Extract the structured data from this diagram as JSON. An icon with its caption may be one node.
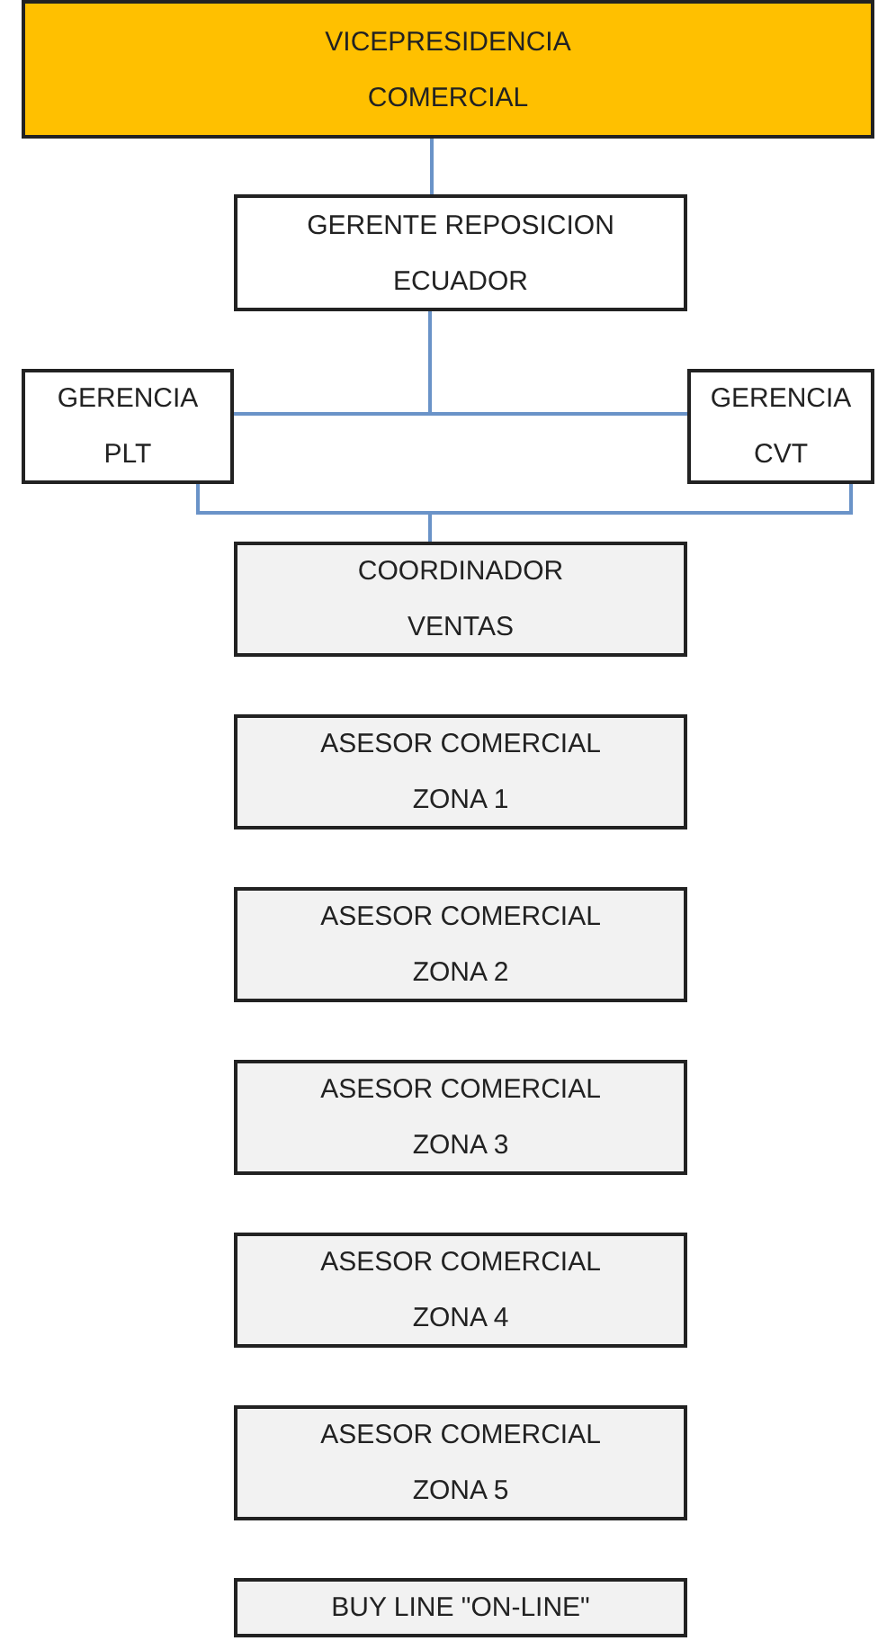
{
  "diagram": {
    "nodes": [
      {
        "text": [
          "VICEPRESIDENCIA COMERCIAL"
        ]
      },
      {
        "text": [
          "GERENTE REPOSICION ECUADOR"
        ]
      },
      {
        "text": [
          "GERENCIA PLT"
        ]
      },
      {
        "text": [
          "GERENCIA CVT"
        ]
      },
      {
        "text": [
          "COORDINADOR VENTAS"
        ]
      },
      {
        "text": [
          "ASESOR COMERCIAL ZONA 1"
        ]
      },
      {
        "text": [
          "ASESOR COMERCIAL ZONA 2"
        ]
      },
      {
        "text": [
          "ASESOR COMERCIAL ZONA 3"
        ]
      },
      {
        "text": [
          "ASESOR COMERCIAL ZONA 4"
        ]
      },
      {
        "text": [
          "ASESOR COMERCIAL ZONA 5"
        ]
      },
      {
        "text": [
          "BUY LINE \"ON-LINE\""
        ]
      }
    ],
    "edges": [
      {
        "from": 0,
        "to": 1,
        "arrow": "none"
      },
      {
        "from": 1,
        "to": 2,
        "arrow": "none"
      },
      {
        "from": 1,
        "to": 3,
        "arrow": "none"
      },
      {
        "from": 2,
        "to": 4,
        "arrow": "none"
      },
      {
        "from": 3,
        "to": 4,
        "arrow": "none"
      }
    ]
  }
}
